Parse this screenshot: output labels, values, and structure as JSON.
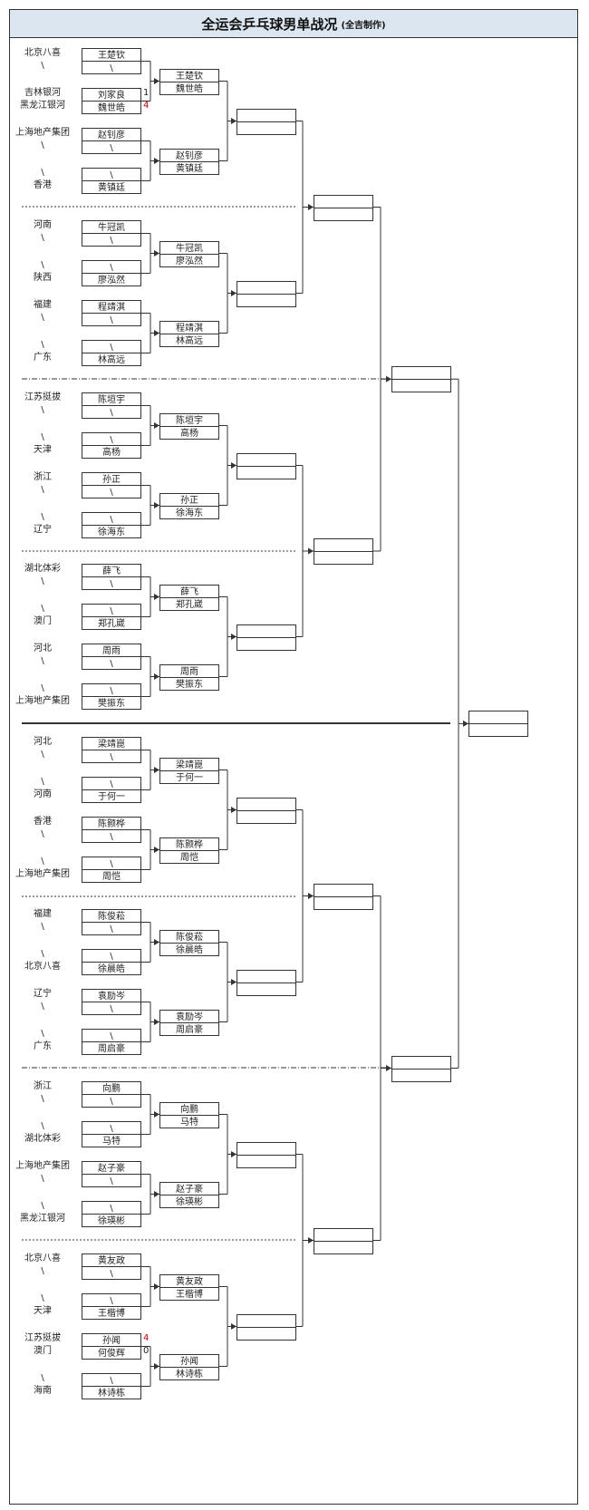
{
  "title": "全运会乒乓球男单战况",
  "subtitle": "(全吉制作)",
  "placeholder": "\\",
  "colors": {
    "header_bg": "#dce6f1",
    "line": "#333333",
    "winner_score": "#c00000"
  },
  "sections": [
    {
      "matches": [
        {
          "top": {
            "team": "北京八喜",
            "player": "王楚钦"
          },
          "bottom": {
            "team": "\\",
            "player": "\\"
          }
        },
        {
          "top": {
            "team": "吉林银河",
            "player": "刘家良",
            "score": "1"
          },
          "bottom": {
            "team": "黑龙江银河",
            "player": "魏世皓",
            "score": "4"
          }
        },
        {
          "top": {
            "team": "上海地产集团",
            "player": "赵钊彦"
          },
          "bottom": {
            "team": "\\",
            "player": "\\"
          }
        },
        {
          "top": {
            "team": "\\",
            "player": "\\"
          },
          "bottom": {
            "team": "香港",
            "player": "黄镇廷"
          }
        }
      ]
    },
    {
      "matches": [
        {
          "top": {
            "team": "河南",
            "player": "牛冠凯"
          },
          "bottom": {
            "team": "\\",
            "player": "\\"
          }
        },
        {
          "top": {
            "team": "\\",
            "player": "\\"
          },
          "bottom": {
            "team": "陕西",
            "player": "廖泓然"
          }
        },
        {
          "top": {
            "team": "福建",
            "player": "程靖淇"
          },
          "bottom": {
            "team": "\\",
            "player": "\\"
          }
        },
        {
          "top": {
            "team": "\\",
            "player": "\\"
          },
          "bottom": {
            "team": "广东",
            "player": "林高远"
          }
        }
      ]
    },
    {
      "matches": [
        {
          "top": {
            "team": "江苏挺拔",
            "player": "陈垣宇"
          },
          "bottom": {
            "team": "\\",
            "player": "\\"
          }
        },
        {
          "top": {
            "team": "\\",
            "player": "\\"
          },
          "bottom": {
            "team": "天津",
            "player": "高杨"
          }
        },
        {
          "top": {
            "team": "浙江",
            "player": "孙正"
          },
          "bottom": {
            "team": "\\",
            "player": "\\"
          }
        },
        {
          "top": {
            "team": "\\",
            "player": "\\"
          },
          "bottom": {
            "team": "辽宁",
            "player": "徐海东"
          }
        }
      ]
    },
    {
      "matches": [
        {
          "top": {
            "team": "湖北体彩",
            "player": "薛飞"
          },
          "bottom": {
            "team": "\\",
            "player": "\\"
          }
        },
        {
          "top": {
            "team": "\\",
            "player": "\\"
          },
          "bottom": {
            "team": "澳门",
            "player": "郑孔崴"
          }
        },
        {
          "top": {
            "team": "河北",
            "player": "周雨"
          },
          "bottom": {
            "team": "\\",
            "player": "\\"
          }
        },
        {
          "top": {
            "team": "\\",
            "player": "\\"
          },
          "bottom": {
            "team": "上海地产集团",
            "player": "樊振东"
          }
        }
      ]
    },
    {
      "matches": [
        {
          "top": {
            "team": "河北",
            "player": "梁靖崑"
          },
          "bottom": {
            "team": "\\",
            "player": "\\"
          }
        },
        {
          "top": {
            "team": "\\",
            "player": "\\"
          },
          "bottom": {
            "team": "河南",
            "player": "于何一"
          }
        },
        {
          "top": {
            "team": "香港",
            "player": "陈颢桦"
          },
          "bottom": {
            "team": "\\",
            "player": "\\"
          }
        },
        {
          "top": {
            "team": "\\",
            "player": "\\"
          },
          "bottom": {
            "team": "上海地产集团",
            "player": "周恺"
          }
        }
      ]
    },
    {
      "matches": [
        {
          "top": {
            "team": "福建",
            "player": "陈俊菘"
          },
          "bottom": {
            "team": "\\",
            "player": "\\"
          }
        },
        {
          "top": {
            "team": "\\",
            "player": "\\"
          },
          "bottom": {
            "team": "北京八喜",
            "player": "徐晨皓"
          }
        },
        {
          "top": {
            "team": "辽宁",
            "player": "袁励岑"
          },
          "bottom": {
            "team": "\\",
            "player": "\\"
          }
        },
        {
          "top": {
            "team": "\\",
            "player": "\\"
          },
          "bottom": {
            "team": "广东",
            "player": "周启豪"
          }
        }
      ]
    },
    {
      "matches": [
        {
          "top": {
            "team": "浙江",
            "player": "向鹏"
          },
          "bottom": {
            "team": "\\",
            "player": "\\"
          }
        },
        {
          "top": {
            "team": "\\",
            "player": "\\"
          },
          "bottom": {
            "team": "湖北体彩",
            "player": "马特"
          }
        },
        {
          "top": {
            "team": "上海地产集团",
            "player": "赵子豪"
          },
          "bottom": {
            "team": "\\",
            "player": "\\"
          }
        },
        {
          "top": {
            "team": "\\",
            "player": "\\"
          },
          "bottom": {
            "team": "黑龙江银河",
            "player": "徐瑛彬"
          }
        }
      ]
    },
    {
      "matches": [
        {
          "top": {
            "team": "北京八喜",
            "player": "黄友政"
          },
          "bottom": {
            "team": "\\",
            "player": "\\"
          }
        },
        {
          "top": {
            "team": "\\",
            "player": "\\"
          },
          "bottom": {
            "team": "天津",
            "player": "王楷博"
          }
        },
        {
          "top": {
            "team": "江苏挺拔",
            "player": "孙闻",
            "score": "4"
          },
          "bottom": {
            "team": "澳门",
            "player": "何俊辉",
            "score": "0"
          }
        },
        {
          "top": {
            "team": "\\",
            "player": "\\"
          },
          "bottom": {
            "team": "海南",
            "player": "林诗栋"
          }
        }
      ]
    }
  ],
  "round2": [
    [
      "王楚钦",
      "魏世皓"
    ],
    [
      "赵钊彦",
      "黄镇廷"
    ],
    [
      "牛冠凯",
      "廖泓然"
    ],
    [
      "程靖淇",
      "林高远"
    ],
    [
      "陈垣宇",
      "高杨"
    ],
    [
      "孙正",
      "徐海东"
    ],
    [
      "薛飞",
      "郑孔崴"
    ],
    [
      "周雨",
      "樊振东"
    ],
    [
      "梁靖崑",
      "于何一"
    ],
    [
      "陈颢桦",
      "周恺"
    ],
    [
      "陈俊菘",
      "徐晨皓"
    ],
    [
      "袁励岑",
      "周启豪"
    ],
    [
      "向鹏",
      "马特"
    ],
    [
      "赵子豪",
      "徐瑛彬"
    ],
    [
      "黄友政",
      "王楷博"
    ],
    [
      "孙闻",
      "林诗栋"
    ]
  ]
}
